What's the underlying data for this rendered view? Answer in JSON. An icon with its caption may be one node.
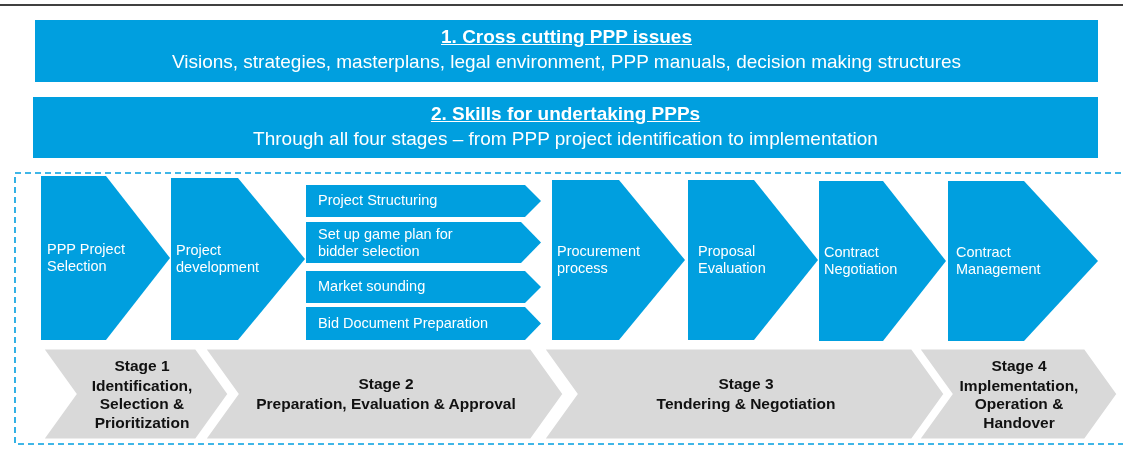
{
  "diagram": {
    "nodes": [
      {
        "text": [
          "1. Cross cutting PPP issues",
          "Visions, strategies, masterplans, legal environment, PPP manuals, decision making structures"
        ]
      },
      {
        "text": [
          "2. Skills for undertaking PPPs",
          "Through all four stages – from PPP project identification to implementation"
        ]
      },
      {
        "text": [],
        "shape": "box"
      },
      {
        "text": [
          "PPP Project Selection"
        ],
        "in": 2
      },
      {
        "text": [
          "Project development"
        ],
        "in": 2
      },
      {
        "text": [
          "Project Structuring"
        ],
        "in": 2
      },
      {
        "text": [
          "Set up game plan for bidder selection"
        ],
        "in": 2
      },
      {
        "text": [
          "Market sounding"
        ],
        "in": 2
      },
      {
        "text": [
          "Bid Document Preparation"
        ],
        "in": 2
      },
      {
        "text": [
          "Procurement process"
        ],
        "in": 2
      },
      {
        "text": [
          "Proposal Evaluation"
        ],
        "in": 2
      },
      {
        "text": [
          "Contract Negotiation"
        ],
        "in": 2
      },
      {
        "text": [
          "Contract Management"
        ],
        "in": 2
      },
      {
        "text": [
          "Stage 1",
          "Identification, Selection & Prioritization"
        ],
        "in": 2
      },
      {
        "text": [
          "Stage 2",
          "Preparation, Evaluation & Approval"
        ],
        "in": 2
      },
      {
        "text": [
          "Stage 3",
          "Tendering & Negotiation"
        ],
        "in": 2
      },
      {
        "text": [
          "Stage 4",
          "Implementation, Operation & Handover"
        ],
        "in": 2
      }
    ]
  }
}
